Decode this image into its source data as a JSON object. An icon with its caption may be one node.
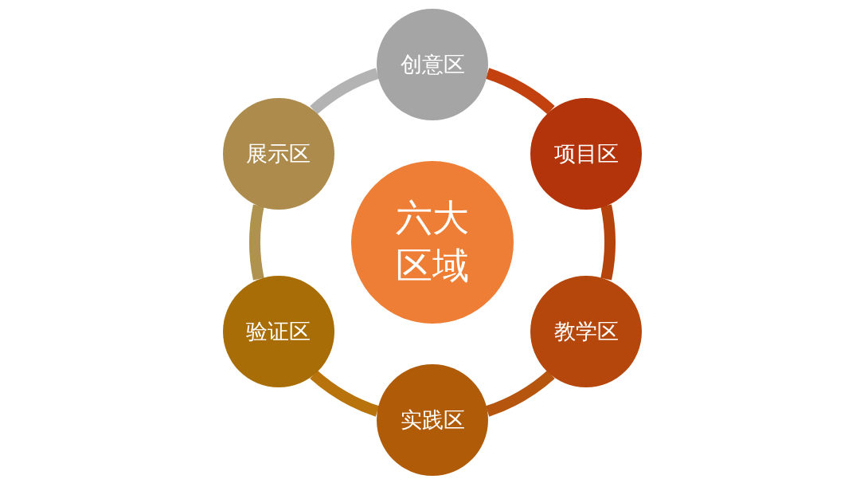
{
  "diagram": {
    "nodes": [
      {
        "text": [
          "六大区域"
        ]
      },
      {
        "text": [
          "创意区"
        ]
      },
      {
        "text": [
          "项目区"
        ]
      },
      {
        "text": [
          "教学区"
        ]
      },
      {
        "text": [
          "实践区"
        ]
      },
      {
        "text": [
          "验证区"
        ]
      },
      {
        "text": [
          "展示区"
        ]
      }
    ],
    "edges": [
      {
        "from": 1,
        "to": 2,
        "arrow": "none",
        "color": "#c2410e"
      },
      {
        "from": 2,
        "to": 3,
        "arrow": "none",
        "color": "#b4440c"
      },
      {
        "from": 3,
        "to": 4,
        "arrow": "none",
        "color": "#b6560e"
      },
      {
        "from": 4,
        "to": 5,
        "arrow": "none",
        "color": "#b8730c"
      },
      {
        "from": 5,
        "to": 6,
        "arrow": "none",
        "color": "#b0924f"
      },
      {
        "from": 6,
        "to": 1,
        "arrow": "none",
        "color": "#b3b3b3"
      }
    ]
  }
}
